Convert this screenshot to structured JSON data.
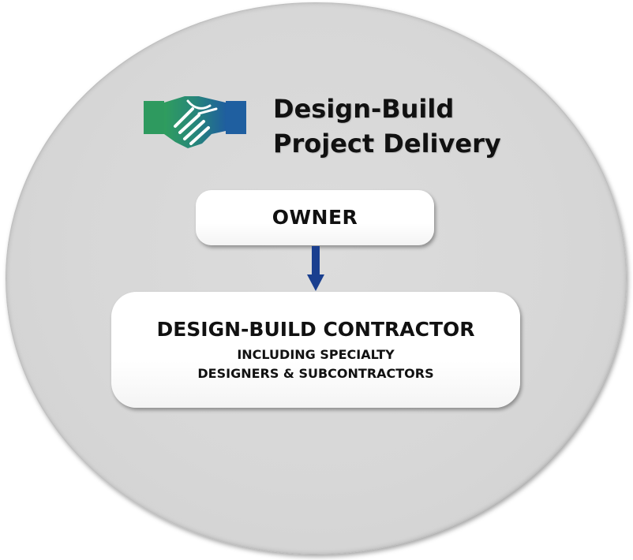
{
  "diagram": {
    "title_line1": "Design-Build",
    "title_line2": "Project Delivery",
    "logo_icon": "handshake-icon",
    "nodes": {
      "owner": "OWNER",
      "contractor": {
        "title": "DESIGN-BUILD CONTRACTOR",
        "subtitle_line1": "INCLUDING SPECIALTY",
        "subtitle_line2": "DESIGNERS & SUBCONTRACTORS"
      }
    },
    "colors": {
      "background_circle": "#d7d7d7",
      "arrow": "#1a3f8f",
      "logo_green": "#2e9a5f",
      "logo_blue": "#1f5fa0"
    }
  }
}
